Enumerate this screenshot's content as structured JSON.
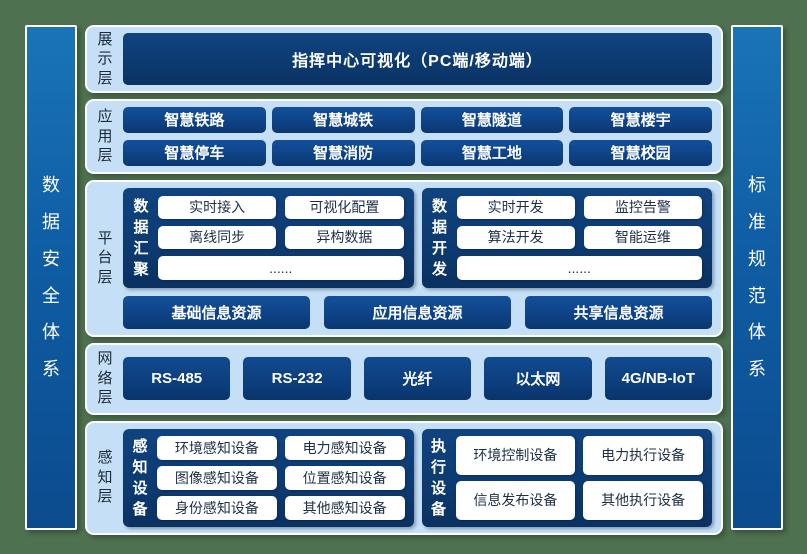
{
  "sidebars": {
    "left": "数据安全体系",
    "right": "标准规范体系"
  },
  "layers": {
    "display": {
      "label": "展示层",
      "box": "指挥中心可视化（PC端/移动端）"
    },
    "app": {
      "label": "应用层",
      "boxes": [
        "智慧铁路",
        "智慧城铁",
        "智慧隧道",
        "智慧楼宇",
        "智慧停车",
        "智慧消防",
        "智慧工地",
        "智慧校园"
      ]
    },
    "platform": {
      "label": "平台层",
      "groups": [
        {
          "label": "数据汇聚",
          "items": [
            "实时接入",
            "可视化配置",
            "离线同步",
            "异构数据",
            "......"
          ]
        },
        {
          "label": "数据开发",
          "items": [
            "实时开发",
            "监控告警",
            "算法开发",
            "智能运维",
            "......"
          ]
        }
      ],
      "resources": [
        "基础信息资源",
        "应用信息资源",
        "共享信息资源"
      ]
    },
    "network": {
      "label": "网络层",
      "boxes": [
        "RS-485",
        "RS-232",
        "光纤",
        "以太网",
        "4G/NB-IoT"
      ]
    },
    "perception": {
      "label": "感知层",
      "groups": [
        {
          "label": "感知设备",
          "items": [
            "环境感知设备",
            "电力感知设备",
            "图像感知设备",
            "位置感知设备",
            "身份感知设备",
            "其他感知设备"
          ]
        },
        {
          "label": "执行设备",
          "items": [
            "环境控制设备",
            "电力执行设备",
            "信息发布设备",
            "其他执行设备"
          ]
        }
      ]
    }
  },
  "colors": {
    "background_green": "#4e7150",
    "pillar_blue": "#0f5da4",
    "layer_light_blue": "#c5dff6",
    "panel_navy": "#0c3a70",
    "box_blue": "#0d3f80",
    "white_box": "#ffffff",
    "white_box_text": "#1e2f47",
    "layer_label_text": "#1d2a38"
  }
}
